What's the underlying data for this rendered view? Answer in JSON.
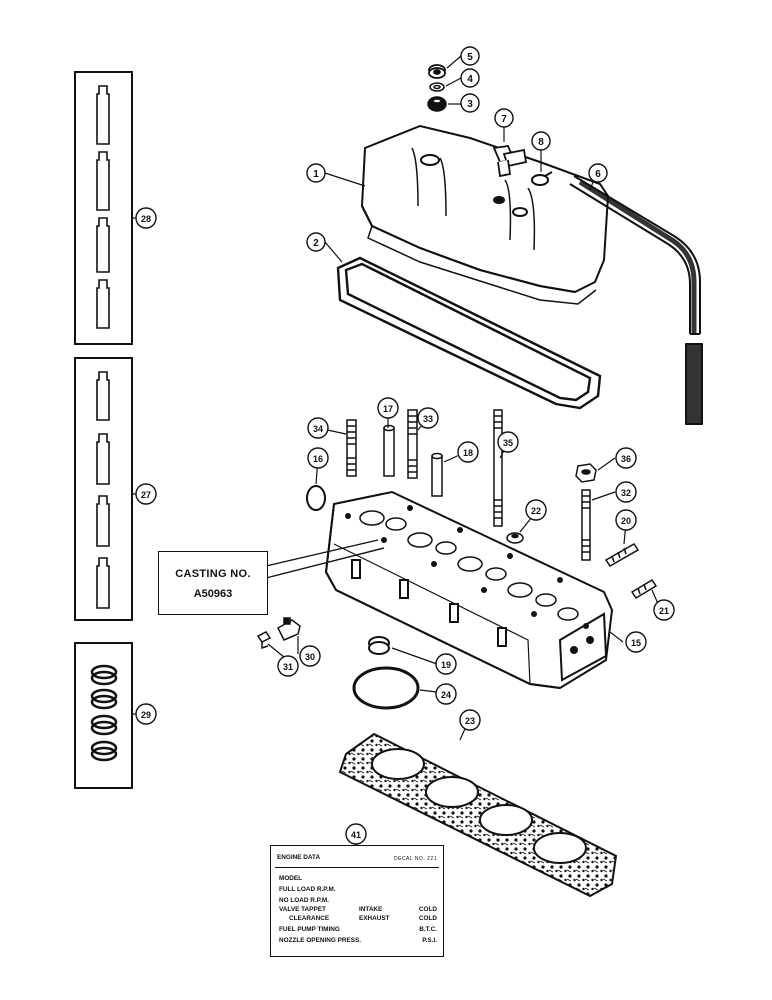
{
  "callouts": {
    "c1": "1",
    "c2": "2",
    "c3": "3",
    "c4": "4",
    "c5": "5",
    "c6": "6",
    "c7": "7",
    "c8": "8",
    "c15": "15",
    "c16": "16",
    "c17": "17",
    "c18": "18",
    "c19": "19",
    "c20": "20",
    "c21": "21",
    "c22": "22",
    "c23": "23",
    "c24": "24",
    "c27": "27",
    "c28": "28",
    "c29": "29",
    "c30": "30",
    "c31": "31",
    "c32": "32",
    "c33": "33",
    "c34": "34",
    "c35": "35",
    "c36": "36",
    "c41": "41"
  },
  "casting": {
    "line1": "CASTING NO.",
    "line2": "A50963"
  },
  "decal": {
    "title": "ENGINE DATA",
    "decal_no": "DECAL NO. 221",
    "rows": [
      {
        "c1": "MODEL",
        "c2": "",
        "c3": ""
      },
      {
        "c1": "FULL LOAD R.P.M.",
        "c2": "",
        "c3": ""
      },
      {
        "c1": "NO LOAD R.P.M.",
        "c2": "",
        "c3": ""
      },
      {
        "c1": "VALVE TAPPET",
        "c2": "INTAKE",
        "c3": "COLD"
      },
      {
        "c1": "CLEARANCE",
        "c2": "EXHAUST",
        "c3": "COLD"
      },
      {
        "c1": "FUEL PUMP TIMING",
        "c2": "",
        "c3": "B.T.C."
      },
      {
        "c1": "NOZZLE OPENING PRESS.",
        "c2": "",
        "c3": "P.S.I."
      }
    ]
  },
  "colors": {
    "ink": "#111111",
    "paper": "#ffffff"
  }
}
